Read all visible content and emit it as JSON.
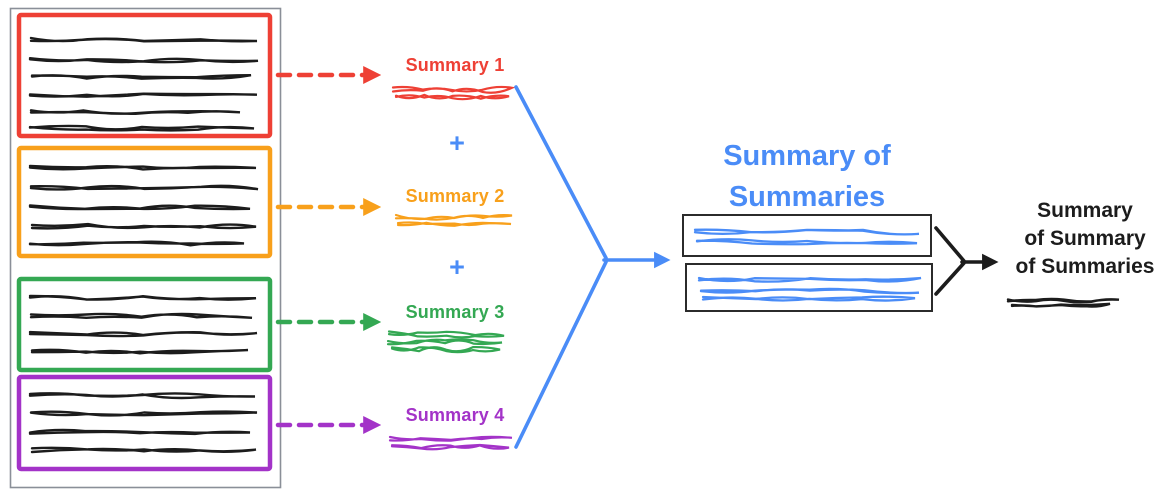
{
  "colors": {
    "red": "#ee4035",
    "orange": "#f8a01b",
    "green": "#34a853",
    "purple": "#a333c8",
    "blue": "#4a8cf7",
    "ink": "#1c1c1c"
  },
  "summaries": [
    {
      "label": "Summary 1",
      "color": "#ee4035"
    },
    {
      "label": "Summary 2",
      "color": "#f8a01b"
    },
    {
      "label": "Summary 3",
      "color": "#34a853"
    },
    {
      "label": "Summary 4",
      "color": "#a333c8"
    }
  ],
  "plus_sign": "+",
  "summary_of_summaries": {
    "line1": "Summary of",
    "line2": "Summaries"
  },
  "final_summary": {
    "line1": "Summary",
    "line2": "of Summary",
    "line3": "of Summaries"
  }
}
